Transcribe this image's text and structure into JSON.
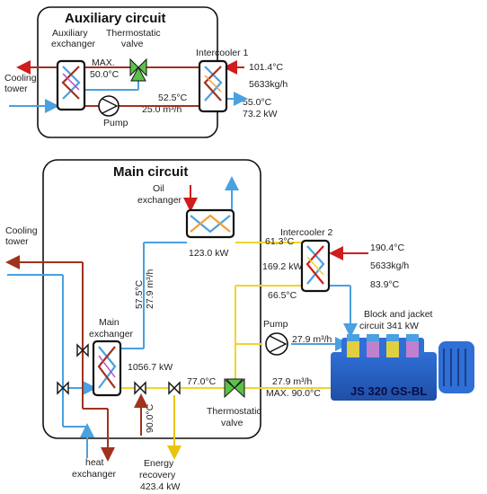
{
  "aux": {
    "title": "Auxiliary circuit",
    "aux_exchanger": "Auxiliary",
    "aux_exchanger2": "exchanger",
    "thermo_valve": "Thermostatic",
    "thermo_valve2": "valve",
    "intercooler1": "Intercooler 1",
    "cooling_tower": "Cooling",
    "cooling_tower2": "tower",
    "max": "MAX.",
    "max_temp": "50.0°C",
    "pump": "Pump",
    "temp_52": "52.5°C",
    "flow_25": "25.0 m³/h",
    "temp_101": "101.4°C",
    "mass_5633": "5633kg/h",
    "temp_55": "55.0°C",
    "power_73": "73.2 kW"
  },
  "main": {
    "title": "Main circuit",
    "oil_exchanger": "Oil",
    "oil_exchanger2": "exchanger",
    "oil_power": "123.0 kW",
    "cooling_tower": "Cooling",
    "cooling_tower2": "tower",
    "temp_575": "57.5°C",
    "flow_279v": "27.9 m³/h",
    "main_exchanger": "Main",
    "main_exchanger2": "exchanger",
    "main_power": "1056.7 kW",
    "temp_770": "77.0°C",
    "temp_900v": "90.0°C",
    "thermo_valve": "Thermostatic",
    "thermo_valve2": "valve",
    "heat_exchanger": "heat",
    "heat_exchanger2": "exchanger",
    "energy_recovery": "Energy",
    "energy_recovery2": "recovery",
    "energy_recovery3": "423.4 kW"
  },
  "engine": {
    "intercooler2": "Intercooler 2",
    "temp_613": "61.3°C",
    "power_1692": "169.2 kW",
    "temp_665": "66.5°C",
    "temp_1904": "190.4°C",
    "mass_5633": "5633kg/h",
    "temp_839": "83.9°C",
    "pump": "Pump",
    "pump_flow": "27.9 m³/h",
    "block_circuit": "Block and jacket",
    "block_circuit2": "circuit 341 kW",
    "out_flow": "27.9 m³/h",
    "out_max": "MAX. 90.0°C",
    "model": "JS 320 GS-BL"
  },
  "colors": {
    "hot": "#a0321e",
    "cold": "#4aa0e0",
    "yellow": "#f2d42a",
    "red_arrow": "#d01c1c",
    "valve_green": "#5cc04a",
    "engine_blue": "#2e6fd0"
  }
}
